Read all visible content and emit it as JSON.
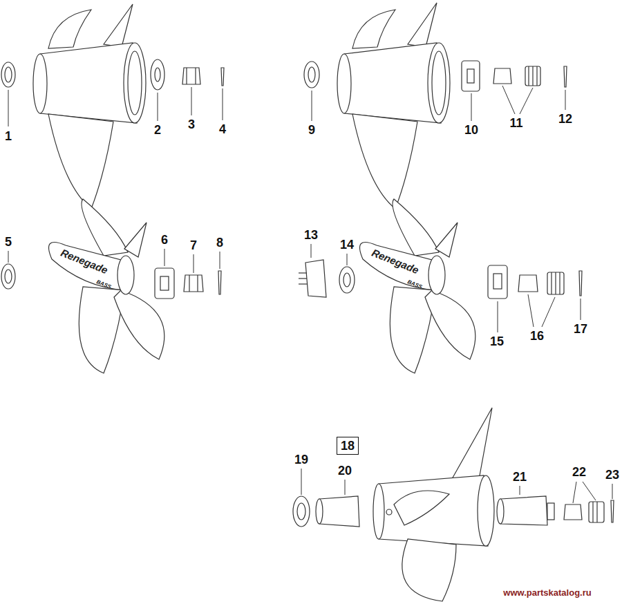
{
  "diagram": {
    "nodes": [
      {
        "text": [
          "18"
        ]
      }
    ],
    "labels": [
      "1",
      "2",
      "3",
      "4",
      "9",
      "10",
      "11",
      "12",
      "5",
      "6",
      "7",
      "8",
      "13",
      "14",
      "Renegade",
      "BASS",
      "Renegade",
      "BASS",
      "15",
      "16",
      "17",
      "19",
      "20",
      "21",
      "22",
      "23",
      "www.partskatalog.ru"
    ]
  }
}
